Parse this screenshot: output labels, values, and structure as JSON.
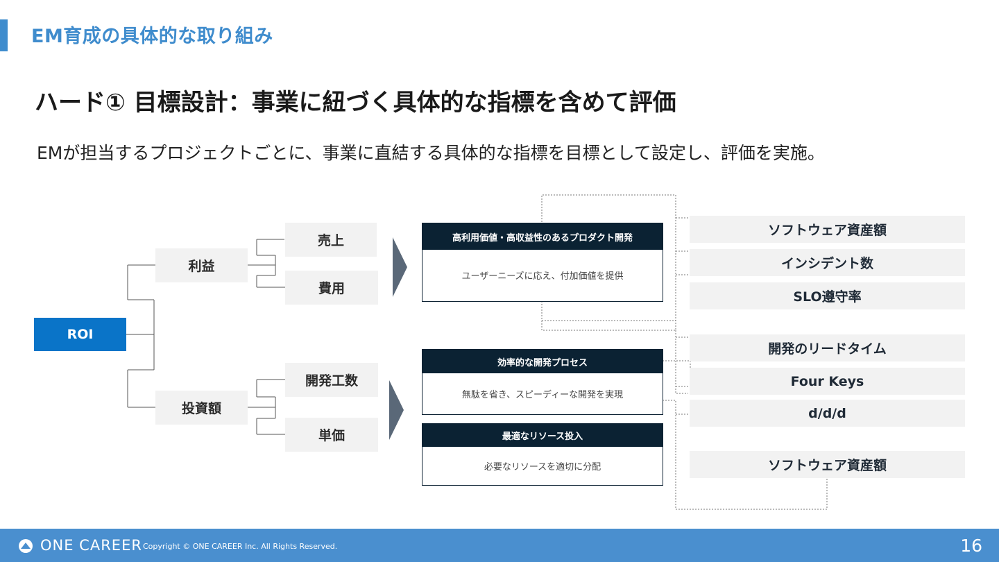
{
  "header": {
    "section_title": "EM育成の具体的な取り組み",
    "slide_title": "ハード① 目標設計：事業に紐づく具体的な指標を含めて評価",
    "description": "EMが担当するプロジェクトごとに、事業に直結する具体的な指標を目標として設定し、評価を実施。"
  },
  "tree": {
    "root": "ROI",
    "level1": [
      "利益",
      "投資額"
    ],
    "level2": [
      "売上",
      "費用",
      "開発工数",
      "単価"
    ]
  },
  "cards": [
    {
      "title": "高利用価値・高収益性のあるプロダクト開発",
      "body": "ユーザーニーズに応え、付加価値を提供"
    },
    {
      "title": "効率的な開発プロセス",
      "body": "無駄を省き、スピーディーな開発を実現"
    },
    {
      "title": "最適なリソース投入",
      "body": "必要なリソースを適切に分配"
    }
  ],
  "metrics": [
    "ソフトウェア資産額",
    "インシデント数",
    "SLO遵守率",
    "開発のリードタイム",
    "Four Keys",
    "d/d/d",
    "ソフトウェア資産額"
  ],
  "colors": {
    "accent": "#3f8ccd",
    "roi": "#0a74c8",
    "card_header": "#0b2233",
    "arrow": "#5a6878",
    "footer": "#4a8fcf"
  },
  "footer": {
    "logo": "ONE CAREER",
    "copyright": "Copyright © ONE CAREER Inc. All Rights Reserved.",
    "page_number": "16"
  }
}
